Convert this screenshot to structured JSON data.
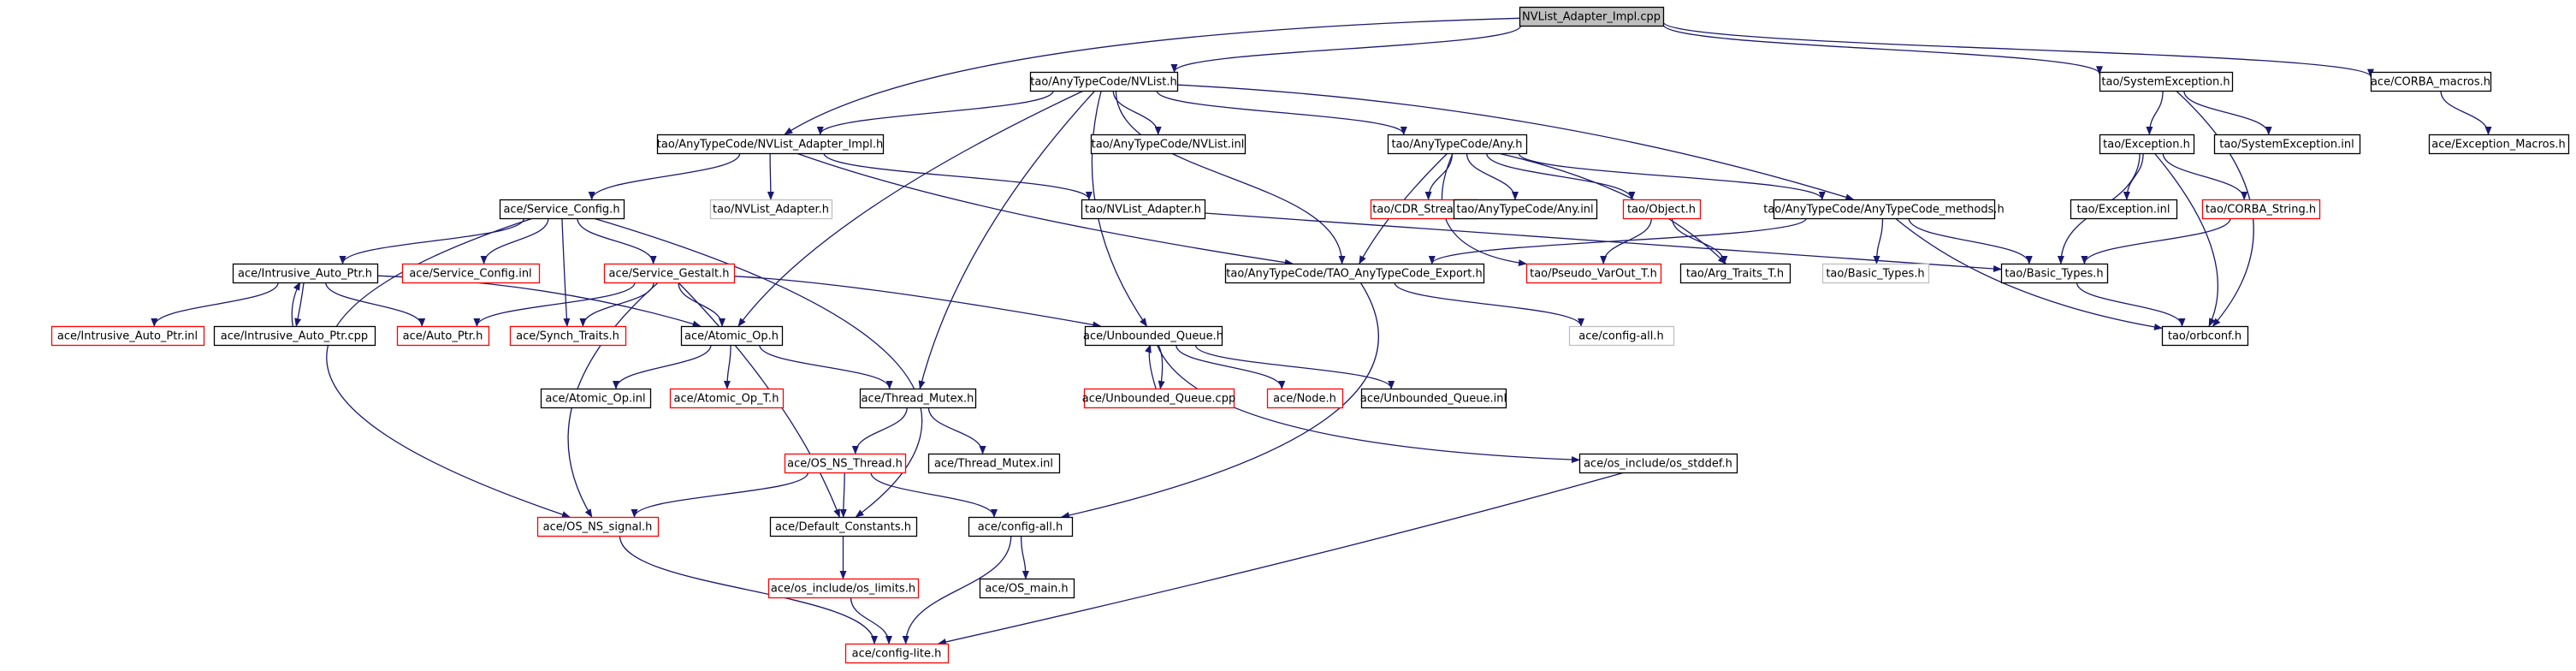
{
  "colors": {
    "edge": "#191970",
    "box_normal": "#000000",
    "box_truncated": "#ff0000",
    "box_undocumented": "#bfbfbf",
    "root_fill": "#bfbfbf",
    "fill": "#ffffff",
    "text": "#000000"
  },
  "nodes": [
    {
      "id": "root",
      "label": "NVList_Adapter_Impl.cpp",
      "kind": "root"
    },
    {
      "id": "nvlist_h",
      "label": "tao/AnyTypeCode/NVList.h",
      "kind": "normal"
    },
    {
      "id": "sysexc_h",
      "label": "tao/SystemException.h",
      "kind": "normal"
    },
    {
      "id": "corba_macros",
      "label": "ace/CORBA_macros.h",
      "kind": "normal"
    },
    {
      "id": "nvla_impl_h",
      "label": "tao/AnyTypeCode/NVList_Adapter_Impl.h",
      "kind": "normal"
    },
    {
      "id": "nvlist_inl",
      "label": "tao/AnyTypeCode/NVList.inl",
      "kind": "normal"
    },
    {
      "id": "any_h",
      "label": "tao/AnyTypeCode/Any.h",
      "kind": "normal"
    },
    {
      "id": "exception_h",
      "label": "tao/Exception.h",
      "kind": "normal"
    },
    {
      "id": "sysexc_inl",
      "label": "tao/SystemException.inl",
      "kind": "normal"
    },
    {
      "id": "exc_macros",
      "label": "ace/Exception_Macros.h",
      "kind": "normal"
    },
    {
      "id": "svc_config",
      "label": "ace/Service_Config.h",
      "kind": "normal"
    },
    {
      "id": "nvl_adapter_und",
      "label": "tao/NVList_Adapter.h",
      "kind": "undocumented"
    },
    {
      "id": "nvl_adapter",
      "label": "tao/NVList_Adapter.h",
      "kind": "normal"
    },
    {
      "id": "cdr_stream",
      "label": "tao/CDR_Stream.h",
      "kind": "truncated"
    },
    {
      "id": "any_inl",
      "label": "tao/AnyTypeCode/Any.inl",
      "kind": "normal"
    },
    {
      "id": "object_h",
      "label": "tao/Object.h",
      "kind": "truncated"
    },
    {
      "id": "atc_methods",
      "label": "tao/AnyTypeCode/AnyTypeCode_methods.h",
      "kind": "normal"
    },
    {
      "id": "exc_inl",
      "label": "tao/Exception.inl",
      "kind": "normal"
    },
    {
      "id": "corba_string",
      "label": "tao/CORBA_String.h",
      "kind": "truncated"
    },
    {
      "id": "intrusive_ptr",
      "label": "ace/Intrusive_Auto_Ptr.h",
      "kind": "normal"
    },
    {
      "id": "svc_config_inl",
      "label": "ace/Service_Config.inl",
      "kind": "truncated"
    },
    {
      "id": "svc_gestalt",
      "label": "ace/Service_Gestalt.h",
      "kind": "truncated"
    },
    {
      "id": "pseudo_varout",
      "label": "tao/Pseudo_VarOut_T.h",
      "kind": "truncated"
    },
    {
      "id": "arg_traits",
      "label": "tao/Arg_Traits_T.h",
      "kind": "normal"
    },
    {
      "id": "atc_export",
      "label": "tao/AnyTypeCode/TAO_AnyTypeCode_Export.h",
      "kind": "normal"
    },
    {
      "id": "basic_types_und",
      "label": "tao/Basic_Types.h",
      "kind": "undocumented"
    },
    {
      "id": "basic_types",
      "label": "tao/Basic_Types.h",
      "kind": "normal"
    },
    {
      "id": "intr_ptr_inl",
      "label": "ace/Intrusive_Auto_Ptr.inl",
      "kind": "truncated"
    },
    {
      "id": "intr_ptr_cpp",
      "label": "ace/Intrusive_Auto_Ptr.cpp",
      "kind": "normal"
    },
    {
      "id": "auto_ptr",
      "label": "ace/Auto_Ptr.h",
      "kind": "truncated"
    },
    {
      "id": "synch_traits",
      "label": "ace/Synch_Traits.h",
      "kind": "truncated"
    },
    {
      "id": "atomic_op",
      "label": "ace/Atomic_Op.h",
      "kind": "normal"
    },
    {
      "id": "unbounded_queue",
      "label": "ace/Unbounded_Queue.h",
      "kind": "normal"
    },
    {
      "id": "config_all_und",
      "label": "ace/config-all.h",
      "kind": "undocumented"
    },
    {
      "id": "orbconf",
      "label": "tao/orbconf.h",
      "kind": "normal"
    },
    {
      "id": "atomic_op_inl",
      "label": "ace/Atomic_Op.inl",
      "kind": "normal"
    },
    {
      "id": "atomic_op_t",
      "label": "ace/Atomic_Op_T.h",
      "kind": "truncated"
    },
    {
      "id": "thread_mutex",
      "label": "ace/Thread_Mutex.h",
      "kind": "normal"
    },
    {
      "id": "unbounded_queue_cpp",
      "label": "ace/Unbounded_Queue.cpp",
      "kind": "truncated"
    },
    {
      "id": "node_h",
      "label": "ace/Node.h",
      "kind": "truncated"
    },
    {
      "id": "unbounded_queue_inl",
      "label": "ace/Unbounded_Queue.inl",
      "kind": "normal"
    },
    {
      "id": "os_ns_thread",
      "label": "ace/OS_NS_Thread.h",
      "kind": "truncated"
    },
    {
      "id": "thread_mutex_inl",
      "label": "ace/Thread_Mutex.inl",
      "kind": "normal"
    },
    {
      "id": "os_stddef",
      "label": "ace/os_include/os_stddef.h",
      "kind": "normal"
    },
    {
      "id": "os_ns_signal",
      "label": "ace/OS_NS_signal.h",
      "kind": "truncated"
    },
    {
      "id": "default_constants",
      "label": "ace/Default_Constants.h",
      "kind": "normal"
    },
    {
      "id": "config_all",
      "label": "ace/config-all.h",
      "kind": "normal"
    },
    {
      "id": "os_limits",
      "label": "ace/os_include/os_limits.h",
      "kind": "truncated"
    },
    {
      "id": "os_main",
      "label": "ace/OS_main.h",
      "kind": "normal"
    },
    {
      "id": "config_lite",
      "label": "ace/config-lite.h",
      "kind": "truncated"
    }
  ],
  "edges": [
    [
      "root",
      "nvlist_h"
    ],
    [
      "root",
      "sysexc_h"
    ],
    [
      "root",
      "corba_macros"
    ],
    [
      "root",
      "nvla_impl_h"
    ],
    [
      "nvlist_h",
      "nvla_impl_h"
    ],
    [
      "nvlist_h",
      "nvlist_inl"
    ],
    [
      "nvlist_h",
      "any_h"
    ],
    [
      "nvlist_h",
      "atc_methods"
    ],
    [
      "nvlist_h",
      "atc_export"
    ],
    [
      "nvlist_h",
      "unbounded_queue"
    ],
    [
      "nvlist_h",
      "atomic_op"
    ],
    [
      "nvlist_h",
      "thread_mutex"
    ],
    [
      "sysexc_h",
      "exception_h"
    ],
    [
      "sysexc_h",
      "sysexc_inl"
    ],
    [
      "sysexc_h",
      "orbconf"
    ],
    [
      "corba_macros",
      "exc_macros"
    ],
    [
      "nvla_impl_h",
      "svc_config"
    ],
    [
      "nvla_impl_h",
      "nvl_adapter_und"
    ],
    [
      "nvla_impl_h",
      "nvl_adapter"
    ],
    [
      "nvla_impl_h",
      "atc_export"
    ],
    [
      "any_h",
      "cdr_stream"
    ],
    [
      "any_h",
      "any_inl"
    ],
    [
      "any_h",
      "object_h"
    ],
    [
      "any_h",
      "atc_methods"
    ],
    [
      "any_h",
      "pseudo_varout"
    ],
    [
      "any_h",
      "arg_traits"
    ],
    [
      "any_h",
      "atc_export"
    ],
    [
      "exception_h",
      "exc_inl"
    ],
    [
      "exception_h",
      "corba_string"
    ],
    [
      "exception_h",
      "basic_types"
    ],
    [
      "exception_h",
      "orbconf"
    ],
    [
      "svc_config",
      "intrusive_ptr"
    ],
    [
      "svc_config",
      "svc_config_inl"
    ],
    [
      "svc_config",
      "svc_gestalt"
    ],
    [
      "svc_config",
      "synch_traits"
    ],
    [
      "svc_config",
      "os_ns_signal"
    ],
    [
      "svc_config",
      "default_constants"
    ],
    [
      "nvl_adapter",
      "basic_types"
    ],
    [
      "object_h",
      "pseudo_varout"
    ],
    [
      "object_h",
      "arg_traits"
    ],
    [
      "atc_methods",
      "atc_export"
    ],
    [
      "atc_methods",
      "basic_types_und"
    ],
    [
      "atc_methods",
      "basic_types"
    ],
    [
      "atc_methods",
      "orbconf"
    ],
    [
      "corba_string",
      "basic_types"
    ],
    [
      "intrusive_ptr",
      "intr_ptr_inl"
    ],
    [
      "intrusive_ptr",
      "intr_ptr_cpp"
    ],
    [
      "intrusive_ptr",
      "auto_ptr"
    ],
    [
      "intrusive_ptr",
      "atomic_op"
    ],
    [
      "intr_ptr_cpp",
      "intrusive_ptr"
    ],
    [
      "svc_gestalt",
      "auto_ptr"
    ],
    [
      "svc_gestalt",
      "synch_traits"
    ],
    [
      "svc_gestalt",
      "atomic_op"
    ],
    [
      "svc_gestalt",
      "unbounded_queue"
    ],
    [
      "svc_gestalt",
      "os_ns_signal"
    ],
    [
      "svc_gestalt",
      "default_constants"
    ],
    [
      "atc_export",
      "config_all_und"
    ],
    [
      "atc_export",
      "config_all"
    ],
    [
      "basic_types",
      "orbconf"
    ],
    [
      "atomic_op",
      "atomic_op_inl"
    ],
    [
      "atomic_op",
      "atomic_op_t"
    ],
    [
      "atomic_op",
      "thread_mutex"
    ],
    [
      "unbounded_queue",
      "unbounded_queue_cpp"
    ],
    [
      "unbounded_queue",
      "node_h"
    ],
    [
      "unbounded_queue",
      "unbounded_queue_inl"
    ],
    [
      "unbounded_queue",
      "os_stddef"
    ],
    [
      "unbounded_queue_cpp",
      "unbounded_queue"
    ],
    [
      "thread_mutex",
      "os_ns_thread"
    ],
    [
      "thread_mutex",
      "thread_mutex_inl"
    ],
    [
      "os_ns_thread",
      "os_ns_signal"
    ],
    [
      "os_ns_thread",
      "default_constants"
    ],
    [
      "os_ns_thread",
      "config_all"
    ],
    [
      "os_stddef",
      "config_lite"
    ],
    [
      "os_ns_signal",
      "config_lite"
    ],
    [
      "default_constants",
      "os_limits"
    ],
    [
      "config_all",
      "os_main"
    ],
    [
      "config_all",
      "config_lite"
    ],
    [
      "os_limits",
      "config_lite"
    ]
  ]
}
